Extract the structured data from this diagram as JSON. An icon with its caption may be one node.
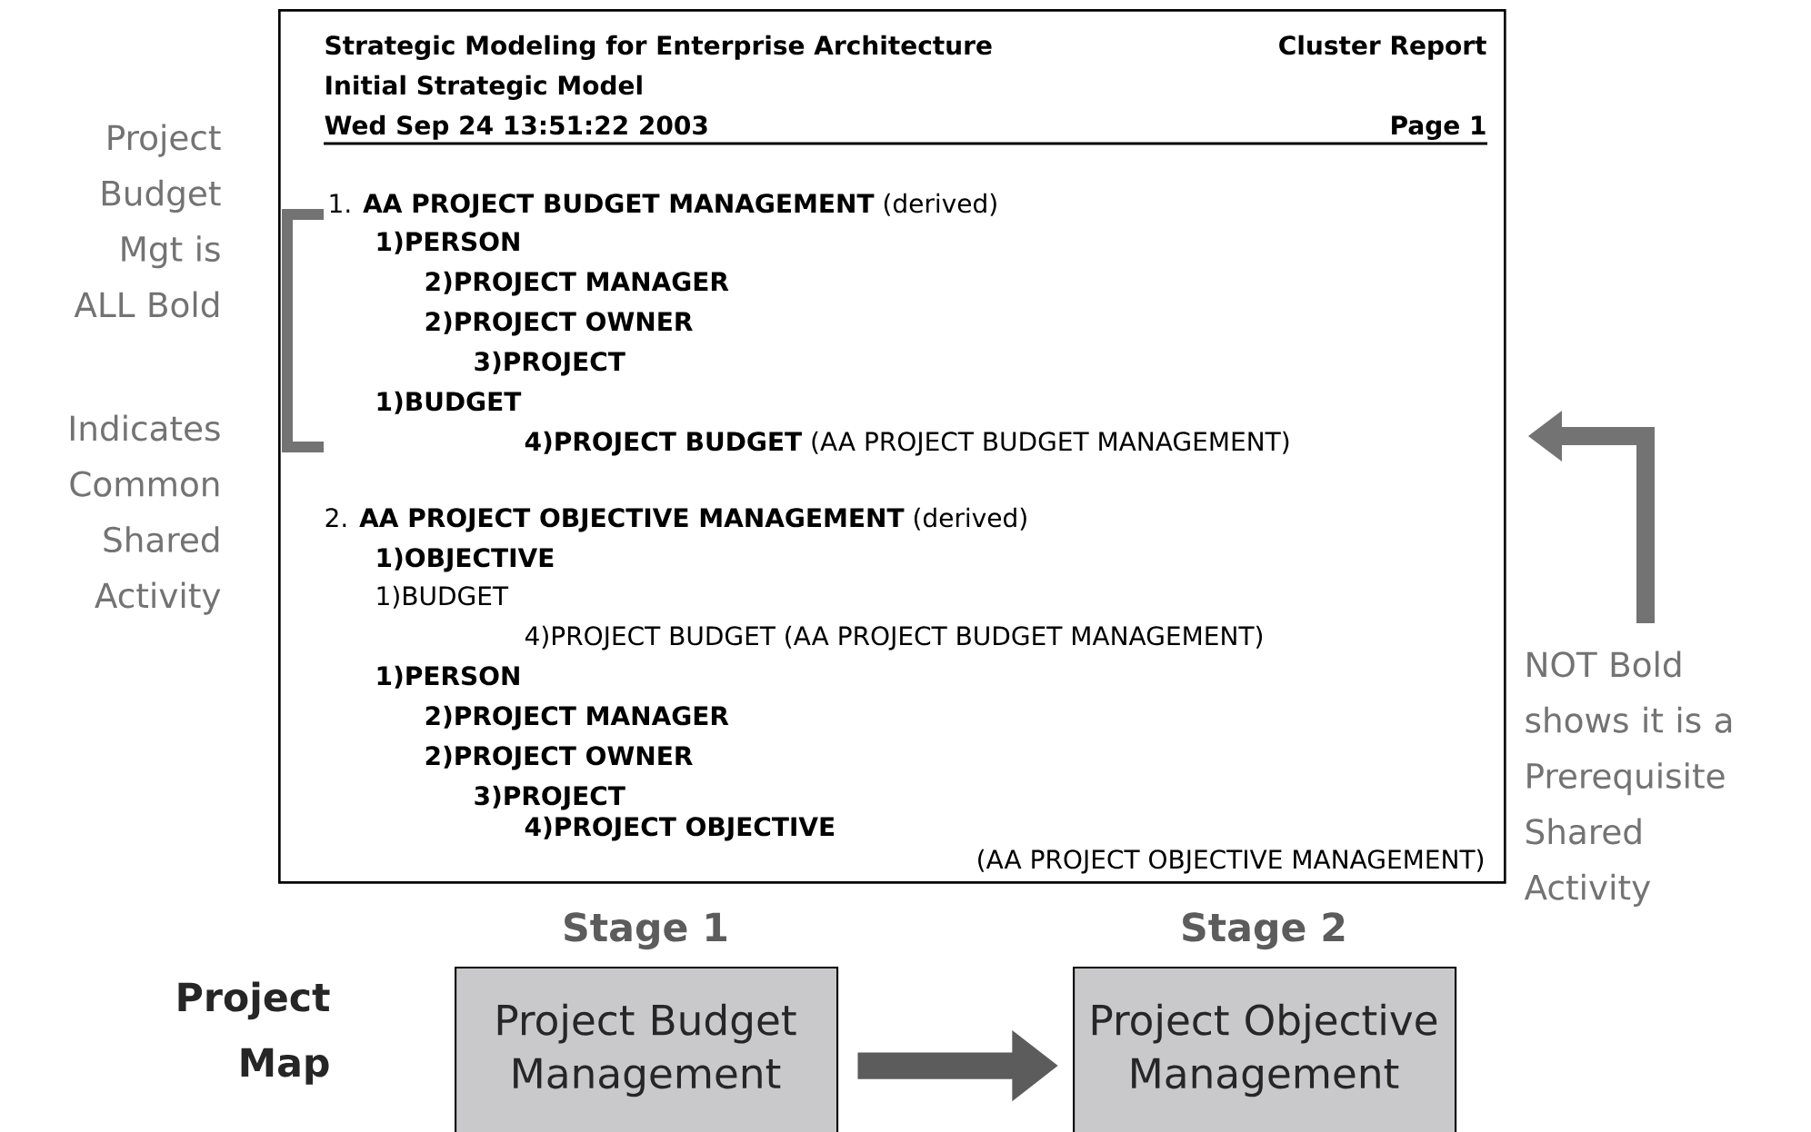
{
  "diagram": {
    "nodes": [
      {
        "text": [
          "Strategic Modeling for Enterprise Architecture",
          "Cluster Report",
          "Initial Strategic Model",
          "Wed Sep 24 13:51:22 2003",
          "Page 1",
          "1. **AA PROJECT BUDGET MANAGEMENT** (derived)",
          "1)PERSON",
          "2)PROJECT MANAGER",
          "2)PROJECT OWNER",
          "3)PROJECT",
          "1)BUDGET",
          "**4)PROJECT BUDGET** (AA PROJECT BUDGET MANAGEMENT)",
          "2. **AA PROJECT OBJECTIVE MANAGEMENT** (derived)",
          "1)OBJECTIVE",
          "1)BUDGET",
          "4)PROJECT BUDGET (AA PROJECT BUDGET MANAGEMENT)",
          "1)PERSON",
          "2)PROJECT MANAGER",
          "2)PROJECT OWNER",
          "3)PROJECT",
          "4)PROJECT OBJECTIVE",
          "(AA PROJECT OBJECTIVE MANAGEMENT)"
        ]
      },
      {
        "text": [
          "Project Budget Management"
        ],
        "beside": [
          "Stage 1"
        ]
      },
      {
        "text": [
          "Project Objective Management"
        ],
        "beside": [
          "Stage 2"
        ]
      }
    ],
    "edges": [
      {
        "from": 1,
        "to": 2,
        "arrow": "to"
      },
      {
        "from": null,
        "to": 0,
        "arrow": "to"
      }
    ],
    "labels": [
      "Project Budget Mgt is ALL Bold",
      "Indicates Common Shared Activity",
      "NOT Bold shows it is a Prerequisite Shared Activity",
      "Project Map"
    ]
  }
}
